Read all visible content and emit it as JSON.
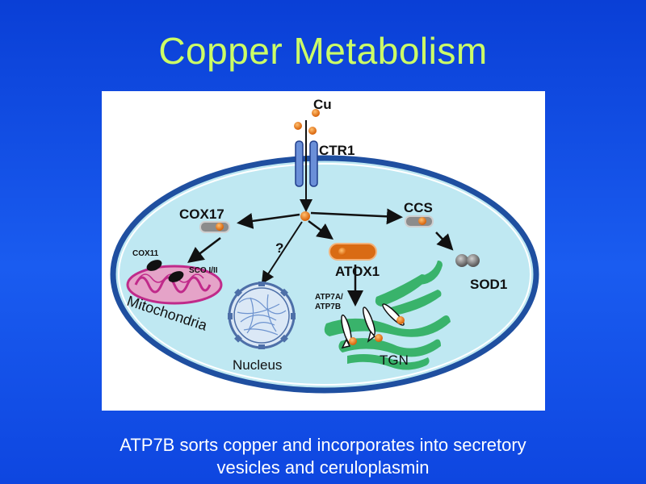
{
  "slide": {
    "title": "Copper Metabolism",
    "caption_line1": "ATP7B sorts copper and incorporates into secretory",
    "caption_line2": "vesicles and ceruloplasmin"
  },
  "diagram": {
    "labels": {
      "cu": "Cu",
      "ctr1": "CTR1",
      "cox17": "COX17",
      "ccs": "CCS",
      "question": "?",
      "atox1": "ATOX1",
      "cox11": "COX11",
      "sco": "SCO I/II",
      "mitochondria": "Mitochondria",
      "sod1": "SOD1",
      "atp7a": "ATP7A/",
      "atp7b": "ATP7B",
      "nucleus": "Nucleus",
      "tgn": "TGN"
    },
    "colors": {
      "cell_fill": "#bfe8f2",
      "cell_border": "#1f4fa0",
      "copper": "#e8821e",
      "mitochondria": "#c02a8a",
      "tgn": "#39b36b",
      "atox1": "#d96b14",
      "chaperone_grey": "#8c8c8c"
    }
  }
}
